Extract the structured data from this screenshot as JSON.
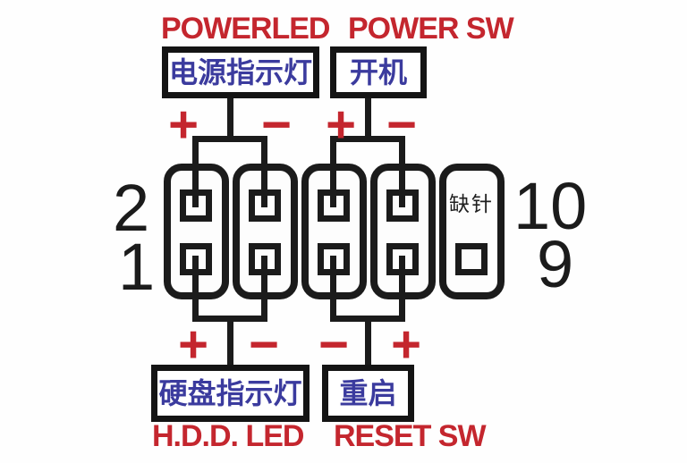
{
  "labels": {
    "power_led_en": "POWERLED",
    "power_sw_en": "POWER SW",
    "hdd_led_en": "H.D.D. LED",
    "reset_sw_en": "RESET SW",
    "power_led_cn": "电源指示灯",
    "power_sw_cn": "开机",
    "hdd_led_cn": "硬盘指示灯",
    "reset_sw_cn": "重启",
    "missing_pin": "缺针"
  },
  "pin_numbers": {
    "top_left": "2",
    "bottom_left": "1",
    "top_right": "10",
    "bottom_right": "9"
  },
  "polarity": {
    "top": [
      "+",
      "−",
      "+",
      "−"
    ],
    "bottom": [
      "+",
      "−",
      "−",
      "+"
    ]
  },
  "colors": {
    "red": "#c4262e",
    "blue": "#3b3b9e",
    "line": "#1b1b1b"
  }
}
